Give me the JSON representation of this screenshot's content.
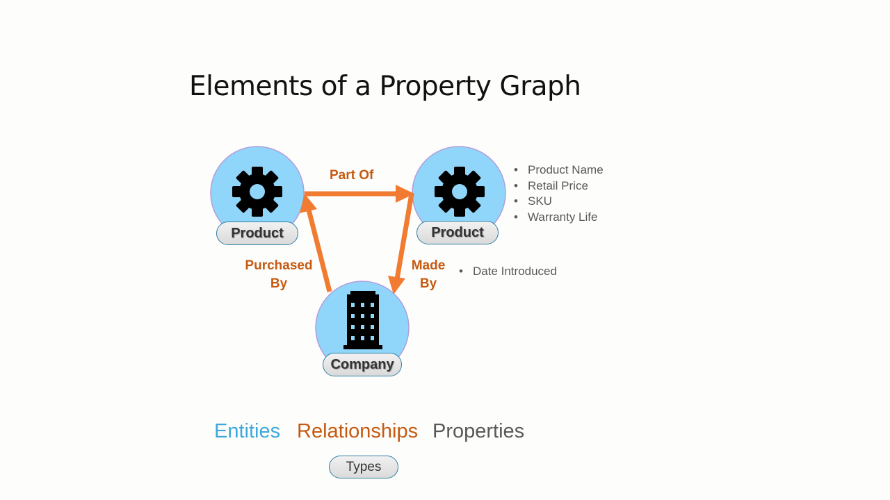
{
  "title": "Elements of a Property Graph",
  "colors": {
    "entity_fill": "#8fd6fa",
    "entity_stroke": "#b39ddb",
    "relationship": "#f07b31",
    "relationship_text": "#c55a11",
    "entities_legend": "#3ea8dd",
    "properties_text": "#595959"
  },
  "nodes": {
    "product_left": {
      "label": "Product",
      "icon": "gear-icon"
    },
    "product_right": {
      "label": "Product",
      "icon": "gear-icon"
    },
    "company": {
      "label": "Company",
      "icon": "building-icon"
    }
  },
  "relationships": {
    "part_of": "Part Of",
    "purchased_by": [
      "Purchased",
      "By"
    ],
    "made_by": [
      "Made",
      "By"
    ]
  },
  "properties": {
    "product": [
      "Product Name",
      "Retail Price",
      "SKU",
      "Warranty Life"
    ],
    "made_by": [
      "Date Introduced"
    ]
  },
  "legend": {
    "entities": "Entities",
    "relationships": "Relationships",
    "properties": "Properties",
    "types": "Types"
  }
}
